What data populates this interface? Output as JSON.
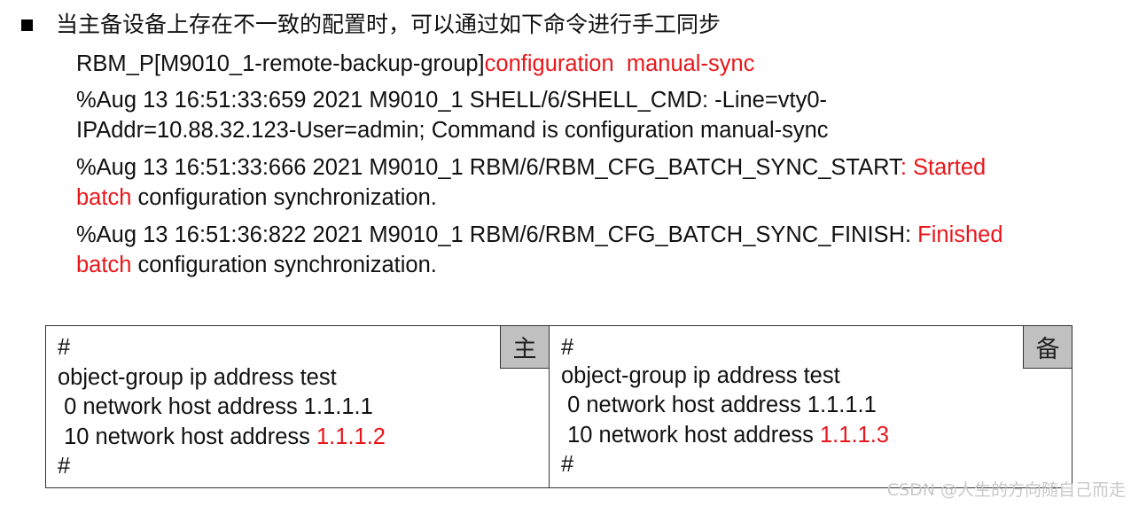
{
  "heading": "当主备设备上存在不一致的配置时，可以通过如下命令进行手工同步",
  "command": {
    "prompt": "RBM_P[M9010_1-remote-backup-group]",
    "cmd": "configuration  manual-sync"
  },
  "logs": [
    {
      "line1": "%Aug 13 16:51:33:659 2021 M9010_1 SHELL/6/SHELL_CMD: -Line=vty0-",
      "line2": "IPAddr=10.88.32.123-User=admin; Command is configuration manual-sync"
    },
    {
      "line1_prefix": "%Aug 13 16:51:33:666 2021 M9010_1 RBM/6/RBM_CFG_BATCH_SYNC_START",
      "line1_red": ": Started",
      "line2_red": "batch",
      "line2_rest": " configuration synchronization."
    },
    {
      "line1_prefix": "%Aug 13 16:51:36:822 2021 M9010_1 RBM/6/RBM_CFG_BATCH_SYNC_FINISH: ",
      "line1_red": "Finished",
      "line2_red": "batch",
      "line2_rest": " configuration synchronization."
    }
  ],
  "main_box": {
    "tag": "主",
    "lines": [
      "#",
      "object-group ip address test",
      " 0 network host address 1.1.1.1"
    ],
    "line4_prefix": " 10 network host address ",
    "line4_red": "1.1.1.2",
    "line5": "#"
  },
  "backup_box": {
    "tag": "备",
    "lines": [
      "#",
      "object-group ip address test",
      " 0 network host address 1.1.1.1"
    ],
    "line4_prefix": " 10 network host address ",
    "line4_red": "1.1.1.3",
    "line5": "#"
  },
  "watermark": "CSDN @人生的方向随自己而走",
  "colors": {
    "highlight": "#e8161b",
    "tag_background": "#c0c0c0",
    "text": "#111111"
  }
}
